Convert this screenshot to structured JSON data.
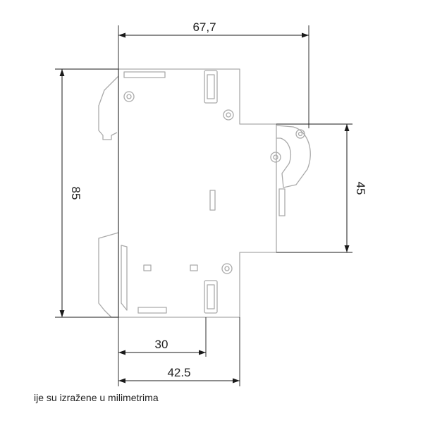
{
  "dimensions": {
    "width_total": "67,7",
    "height_total": "85",
    "front_height": "45",
    "depth_a": "30",
    "depth_b": "42.5"
  },
  "caption": "ije su izražene u milimetrima",
  "colors": {
    "outline": "#aaaaaa",
    "dimension": "#1a1a1a"
  }
}
